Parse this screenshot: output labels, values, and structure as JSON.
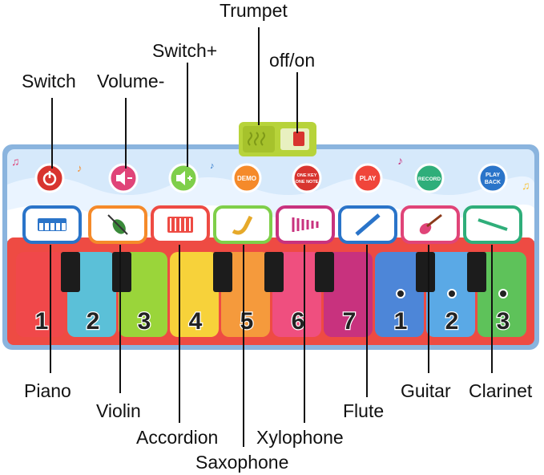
{
  "labels": {
    "trumpet": "Trumpet",
    "switch_plus": "Switch+",
    "off_on": "off/on",
    "switch": "Switch",
    "volume_minus": "Volume-",
    "piano": "Piano",
    "violin": "Violin",
    "accordion": "Accordion",
    "saxophone": "Saxophone",
    "xylophone": "Xylophone",
    "flute": "Flute",
    "guitar": "Guitar",
    "clarinet": "Clarinet"
  },
  "mat_buttons": {
    "demo": "DEMO",
    "one_key_line1": "ONE KEY",
    "one_key_line2": "ONE NOTE",
    "play": "PLAY",
    "record": "RECORD",
    "playback_line1": "PLAY",
    "playback_line2": "BACK"
  },
  "keys": [
    "1",
    "2",
    "3",
    "4",
    "5",
    "6",
    "7",
    "1",
    "2",
    "3"
  ],
  "key_colors": [
    "#f0484a",
    "#5bc0d8",
    "#9ad53a",
    "#f7d23a",
    "#f59a3c",
    "#ef4f7f",
    "#c8327e",
    "#4d86d8",
    "#5aa9e6",
    "#5ec25a"
  ],
  "icons": [
    "piano-icon",
    "violin-icon",
    "accordion-icon",
    "saxophone-icon",
    "xylophone-icon",
    "flute-icon",
    "guitar-icon",
    "clarinet-icon"
  ],
  "colors": {
    "mat_border": "#8ab4de",
    "mat_top": "#cfe6fb",
    "mat_red": "#ee4b43",
    "black_key": "#1c1c1c",
    "trumpet_box": "#b7d33a"
  }
}
